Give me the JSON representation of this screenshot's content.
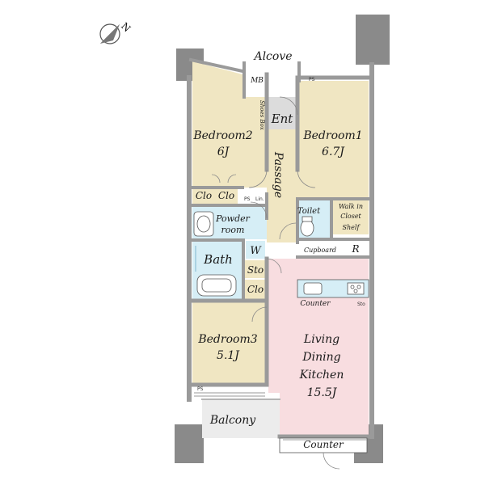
{
  "compass": {
    "label": "N",
    "icon": "north-arrow-icon"
  },
  "colors": {
    "bedroom": "#f0e6c2",
    "living": "#f8dde0",
    "wet_area": "#d6eef6",
    "entry": "#dcdcdc",
    "passage": "#f0e6c2",
    "balcony": "#ececec",
    "wall": "#9a9a9a",
    "wall_dark": "#6f6f6f"
  },
  "rooms": {
    "alcove": "Alcove",
    "mb": "MB",
    "ps_top": "PS",
    "shoes_box": "Shoes Box",
    "ent": "Ent",
    "passage": "Passage",
    "bedroom1": {
      "name": "Bedroom1",
      "size": "6.7J"
    },
    "bedroom2": {
      "name": "Bedroom2",
      "size": "6J"
    },
    "bedroom3": {
      "name": "Bedroom3",
      "size": "5.1J"
    },
    "clo1": "Clo",
    "clo2": "Clo",
    "clo3": "Clo",
    "ps_mid": "PS",
    "lin": "Lin.",
    "powder_room": [
      "Powder",
      "room"
    ],
    "w": "W",
    "bath": "Bath",
    "sto_mid": "Sto",
    "toilet": "Toilet",
    "walk_in_closet": [
      "Walk in",
      "Closet"
    ],
    "shelf": "Shelf",
    "cupboard": "Cupboard",
    "r": "R",
    "counter_kitchen": "Counter",
    "sto_small": "Sto",
    "ldk": [
      "Living",
      "Dining",
      "Kitchen",
      "15.5J"
    ],
    "ps_bottom": "PS",
    "balcony": "Balcony",
    "counter_bottom": "Counter"
  }
}
